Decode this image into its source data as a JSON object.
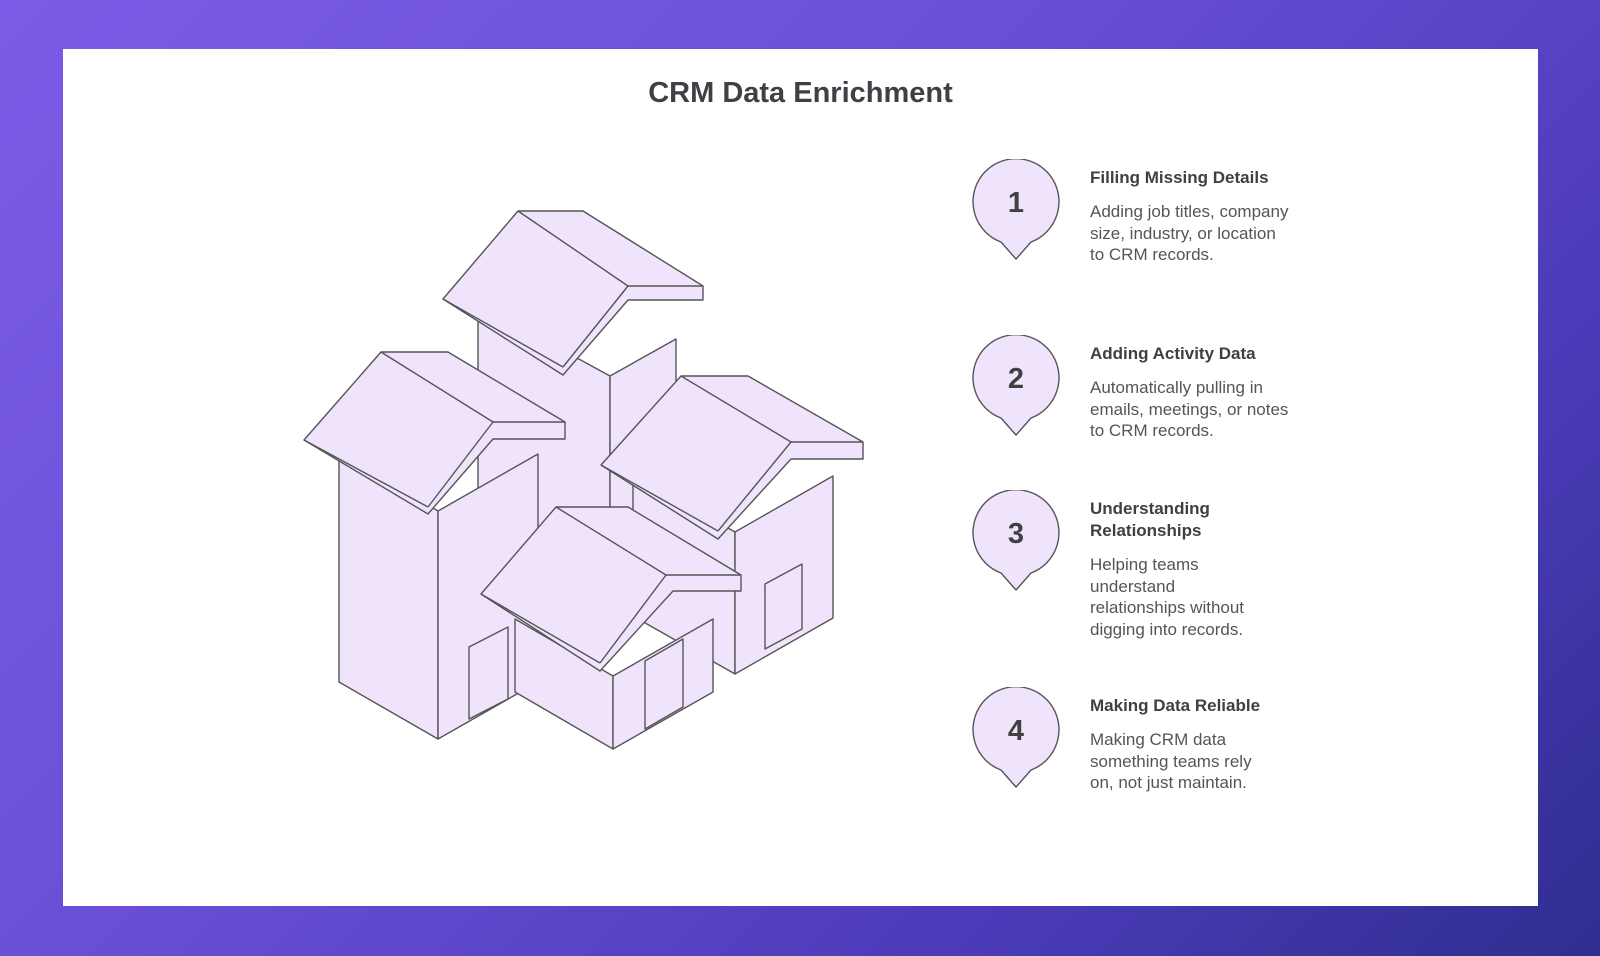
{
  "title": "CRM Data Enrichment",
  "colors": {
    "fill": "#f0e4fd",
    "stroke": "#555555"
  },
  "steps": [
    {
      "number": "1",
      "title": "Filling Missing Details",
      "description": "Adding job titles, company size, industry, or location to CRM records."
    },
    {
      "number": "2",
      "title": "Adding Activity Data",
      "description": "Automatically pulling in emails, meetings, or notes to CRM records."
    },
    {
      "number": "3",
      "title": "Understanding Relationships",
      "description": "Helping teams understand relationships without digging into records."
    },
    {
      "number": "4",
      "title": "Making Data Reliable",
      "description": "Making CRM data something teams rely on, not just maintain."
    }
  ]
}
